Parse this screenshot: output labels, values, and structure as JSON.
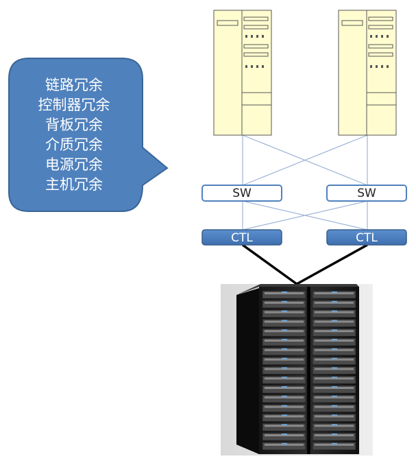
{
  "callout": {
    "lines": [
      "链路冗余",
      "控制器冗余",
      "背板冗余",
      "介质冗余",
      "电源冗余",
      "主机冗余"
    ],
    "fill_color": "#4f81bd",
    "border_color": "#3a6596",
    "text_color": "#ffffff"
  },
  "hosts": [
    {
      "name": "server-left",
      "icon": "tower-server-icon"
    },
    {
      "name": "server-right",
      "icon": "tower-server-icon"
    }
  ],
  "switches": [
    {
      "label": "SW"
    },
    {
      "label": "SW"
    }
  ],
  "controllers": [
    {
      "label": "CTL"
    },
    {
      "label": "CTL"
    }
  ],
  "storage": {
    "icon": "storage-rack-icon"
  },
  "colors": {
    "server_face": "#fffdd0",
    "link_line": "#9fb4d8",
    "switch_border": "#4f81bd",
    "controller_fill": "#4f81bd",
    "backplane_line": "#000000"
  }
}
